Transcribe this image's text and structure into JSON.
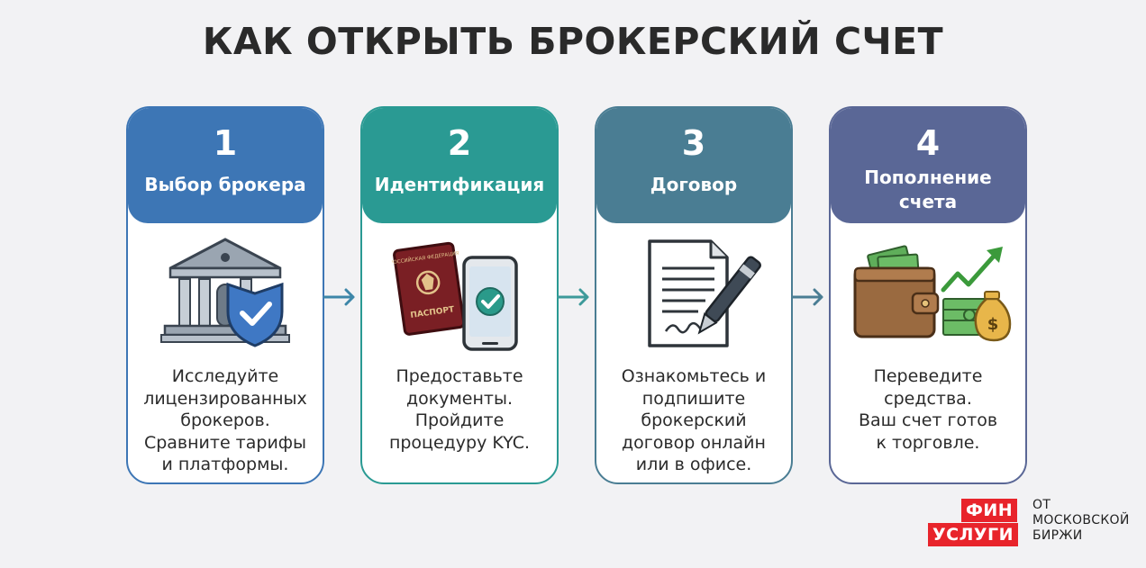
{
  "title": "КАК ОТКРЫТЬ БРОКЕРСКИЙ СЧЕТ",
  "steps": [
    {
      "num": "1",
      "label": "Выбор брокера",
      "desc": "Исследуйте\nлицензированных\nброкеров.\nСравните тарифы\nи платформы.",
      "icon": "bank-shield-icon",
      "color": "#3d76b5"
    },
    {
      "num": "2",
      "label": "Идентификация",
      "desc": "Предоставьте\nдокументы.\nПройдите\nпроцедуру KYC.",
      "icon": "passport-phone-icon",
      "color": "#2a9a93",
      "passport_text": "ПАСПОРТ",
      "passport_top": "РОССИЙСКАЯ ФЕДЕРАЦИЯ"
    },
    {
      "num": "3",
      "label": "Договор",
      "desc": "Ознакомьтесь и\nподпишите\nброкерский\nдоговор онлайн\nили в офисе.",
      "icon": "contract-pen-icon",
      "color": "#4a7d93"
    },
    {
      "num": "4",
      "label": "Пополнение\nсчета",
      "desc": "Переведите\nсредства.\nВаш счет готов\nк торговле.",
      "icon": "wallet-money-icon",
      "color": "#5a6796"
    }
  ],
  "logo": {
    "line1": "ФИН",
    "line2": "УСЛУГИ",
    "side": "ОТ\nМОСКОВСКОЙ\nБИРЖИ",
    "color": "#e8242b"
  }
}
